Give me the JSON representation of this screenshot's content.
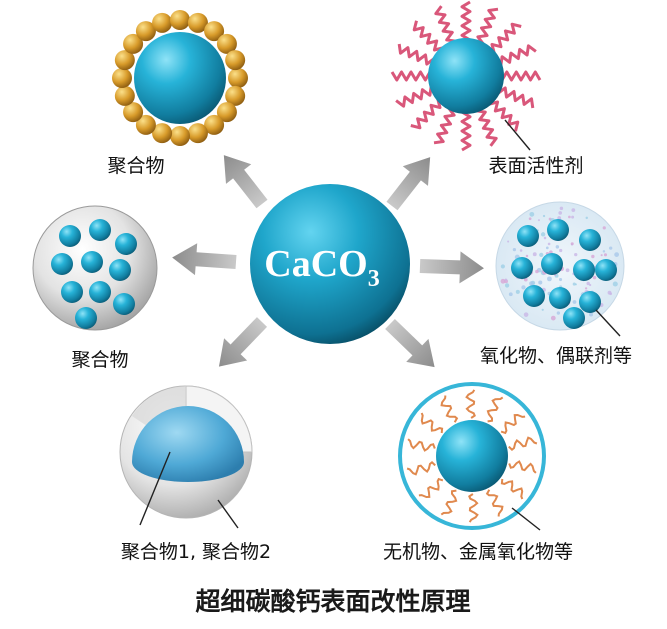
{
  "center": {
    "formula": "CaCO",
    "subscript": "3"
  },
  "labels": {
    "top_left": "聚合物",
    "mid_left": "聚合物",
    "bottom_left": "聚合物1, 聚合物2",
    "top_right": "表面活性剂",
    "mid_right": "氧化物、偶联剂等",
    "bottom_right": "无机物、金属氧化物等"
  },
  "caption": "超细碳酸钙表面改性原理",
  "colors": {
    "calcite_blue": "#1fa6cb",
    "particle_gold": "#d89b2a",
    "surfactant_pink": "#d9577a",
    "chain_orange": "#e0894e",
    "arrow_gray": "#9a9a9a",
    "shell_gray": "#d6d6d6"
  }
}
